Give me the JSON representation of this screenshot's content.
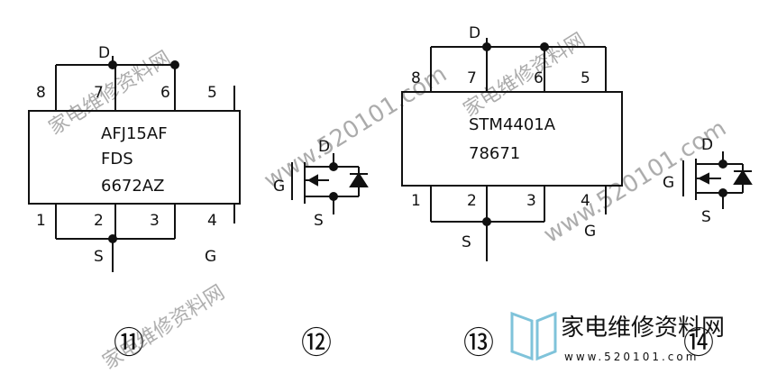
{
  "watermark": {
    "text": "家电维修资料网",
    "url": "www.520101.com",
    "logo_text": "家电维修资料网",
    "logo_url": "www.520101.com",
    "color": "#9fd0e0"
  },
  "figures": [
    {
      "number": "⑪",
      "part_lines": [
        "AFJ15AF",
        "FDS",
        "6672AZ"
      ],
      "top_pins": [
        "8",
        "7",
        "6",
        "5"
      ],
      "bottom_pins": [
        "1",
        "2",
        "3",
        "4"
      ],
      "top_terminal": "D",
      "bottom_terminals": [
        "S",
        "G"
      ]
    },
    {
      "number": "⑫",
      "symbol_labels": {
        "drain": "D",
        "gate": "G",
        "source": "S"
      }
    },
    {
      "number": "⑬",
      "part_lines": [
        "STM4401A",
        "78671"
      ],
      "top_pins": [
        "8",
        "7",
        "6",
        "5"
      ],
      "bottom_pins": [
        "1",
        "2",
        "3",
        "4"
      ],
      "top_terminal": "D",
      "bottom_terminals": [
        "S",
        "G"
      ]
    },
    {
      "number": "⑭",
      "symbol_labels": {
        "drain": "D",
        "gate": "G",
        "source": "S"
      }
    }
  ]
}
